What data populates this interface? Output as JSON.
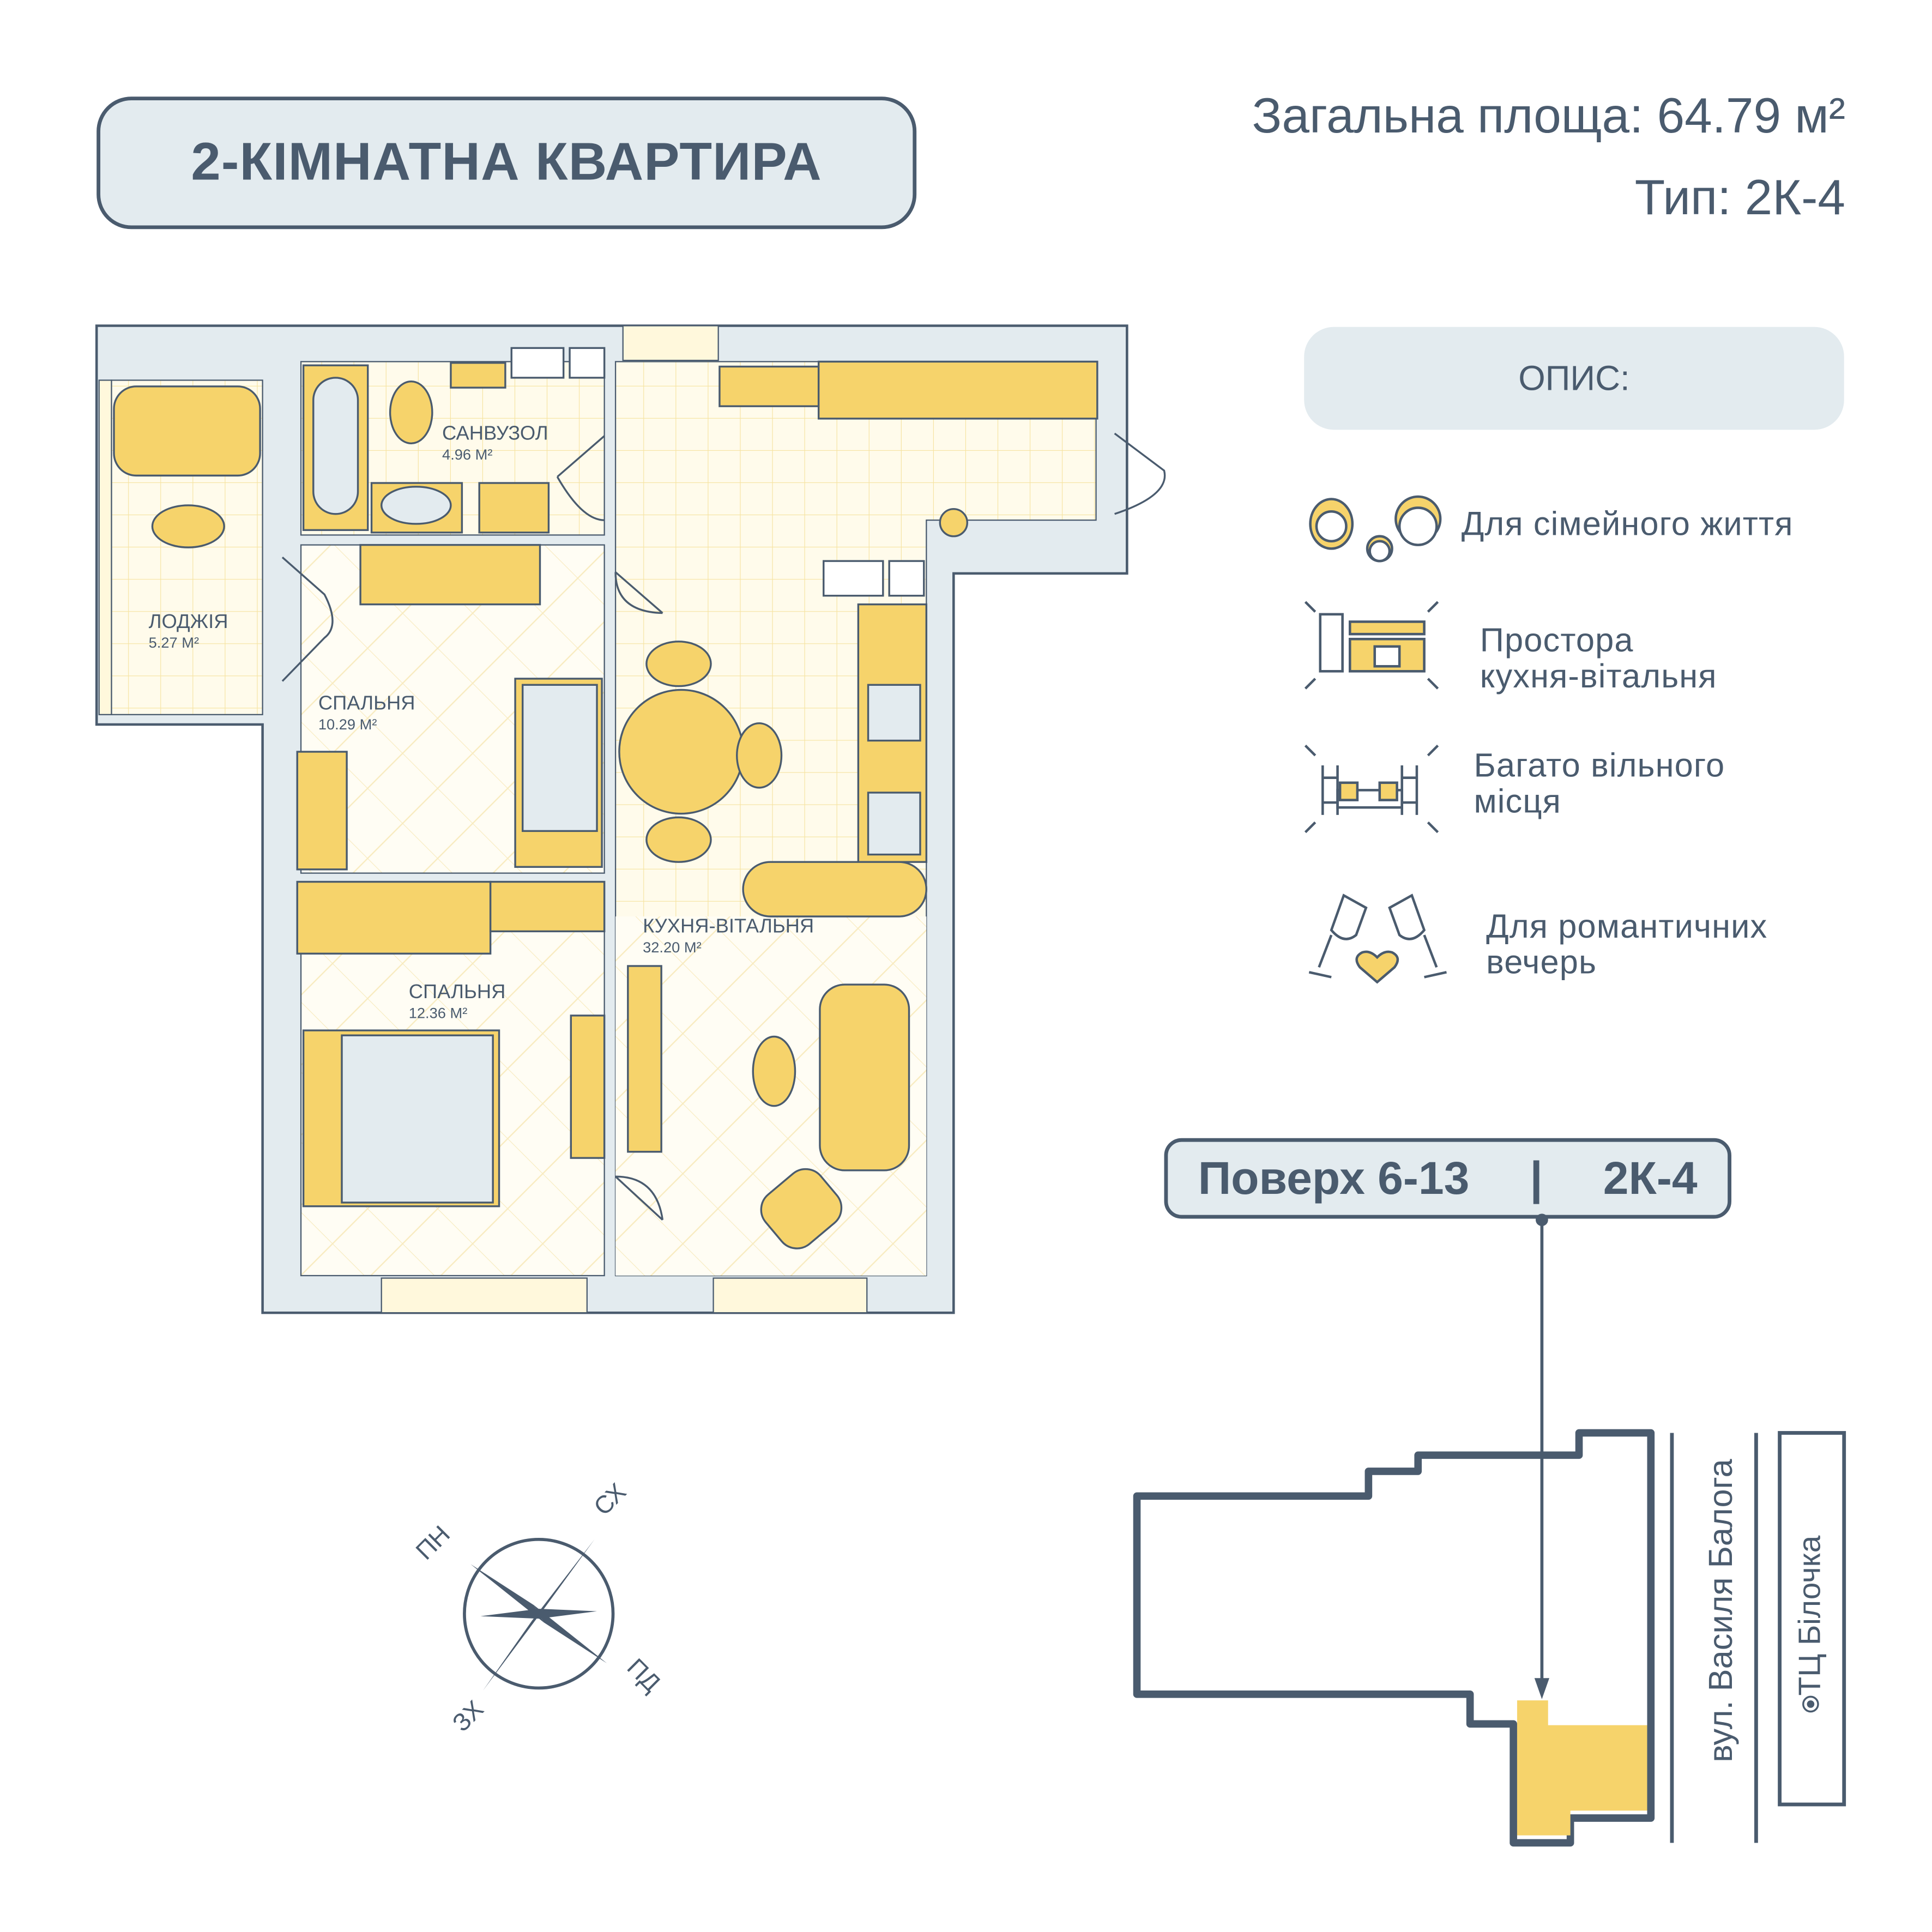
{
  "header": {
    "title": "2-КІМНАТНА КВАРТИРА",
    "total_area": "Загальна площа: 64.79 м²",
    "type": "Тип: 2К-4"
  },
  "description": {
    "heading": "ОПИС:",
    "features": [
      {
        "icon": "family-icon",
        "lines": [
          "Для сімейного життя"
        ]
      },
      {
        "icon": "kitchen-living-icon",
        "lines": [
          "Простора",
          "кухня-вітальня"
        ]
      },
      {
        "icon": "free-space-icon",
        "lines": [
          "Багато вільного",
          "місця"
        ]
      },
      {
        "icon": "champagne-glasses-icon",
        "lines": [
          "Для романтичних",
          "вечерь"
        ]
      }
    ]
  },
  "rooms": [
    {
      "name": "САНВУЗОЛ",
      "area": "4.96 М²"
    },
    {
      "name": "ЛОДЖІЯ",
      "area": "5.27 М²"
    },
    {
      "name": "СПАЛЬНЯ",
      "area": "10.29 М²"
    },
    {
      "name": "СПАЛЬНЯ",
      "area": "12.36 М²"
    },
    {
      "name": "КУХНЯ-ВІТАЛЬНЯ",
      "area": "32.20 М²"
    }
  ],
  "compass": {
    "labels": [
      "ПН",
      "СХ",
      "ПД",
      "ЗХ"
    ]
  },
  "location": {
    "floor": "Поверх 6-13",
    "separator": "|",
    "type": "2К-4",
    "street": "вул. Василя Балога",
    "landmark": "ТЦ Білочка"
  },
  "colors": {
    "accent": "#f6d36b",
    "ink": "#4a5b6e",
    "wall": "#e3ebef",
    "floor": "#fdf7e0"
  }
}
